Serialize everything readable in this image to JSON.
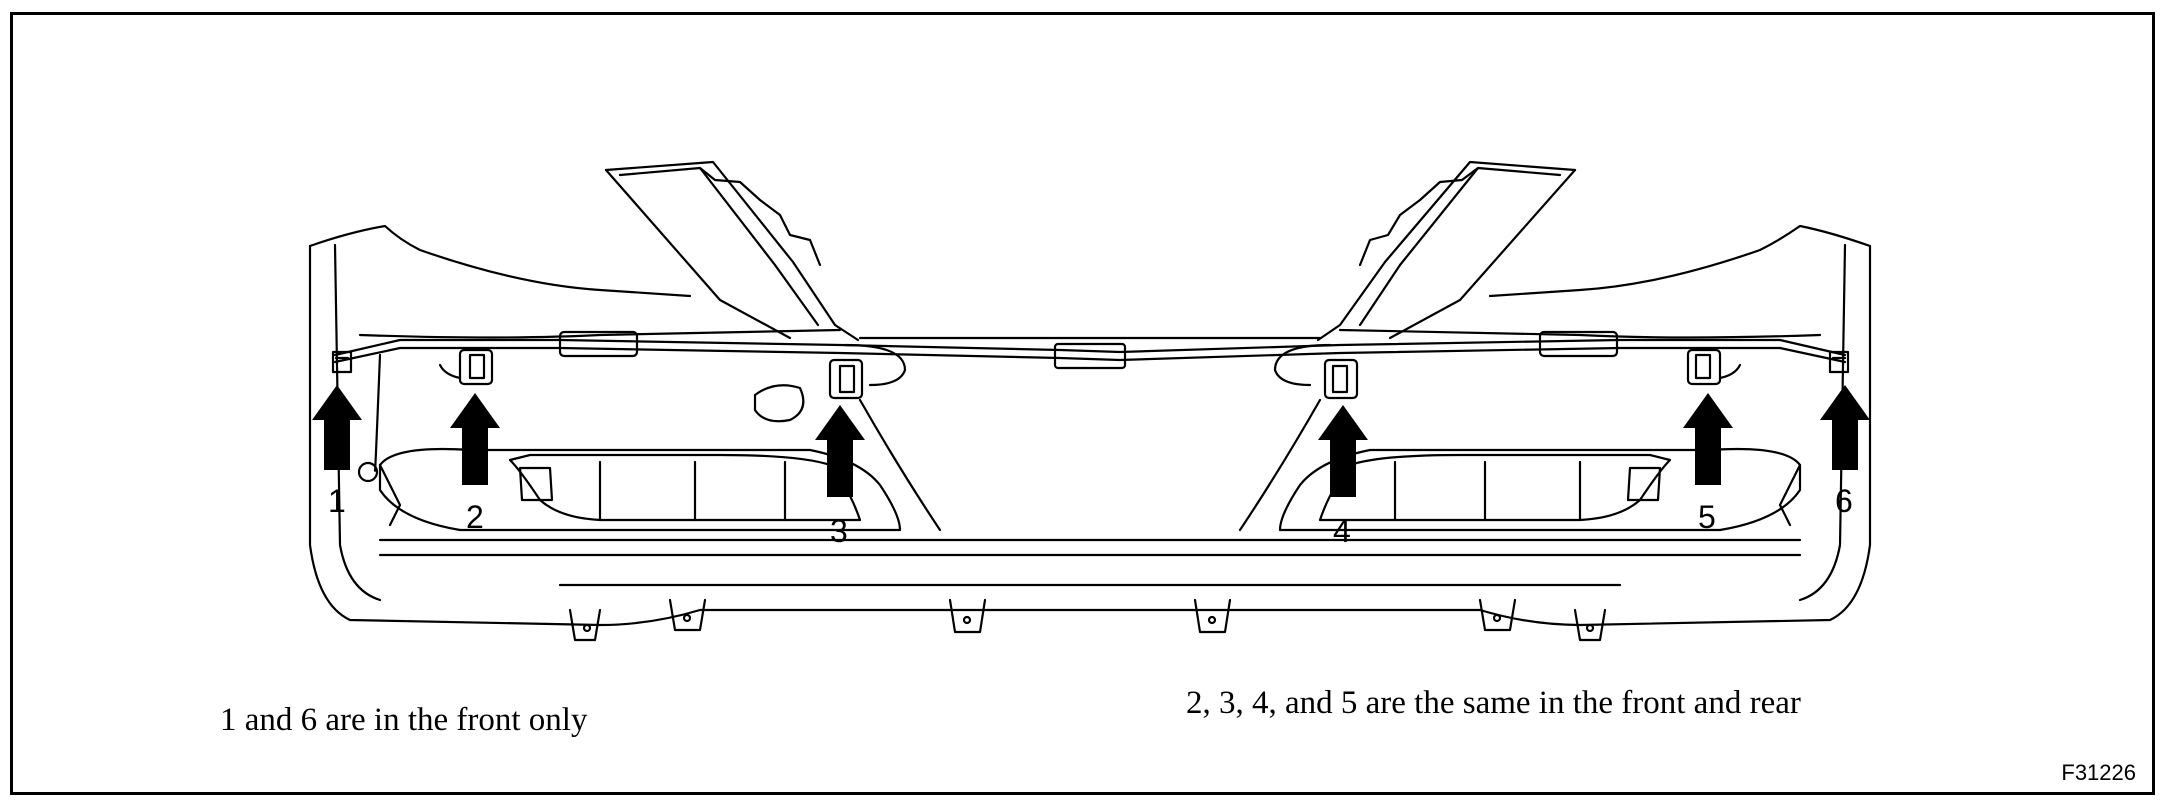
{
  "diagram": {
    "callouts": [
      "1",
      "2",
      "3",
      "4",
      "5",
      "6"
    ],
    "caption_left": "1 and 6 are in the front only",
    "caption_right": "2, 3, 4, and 5 are the same in the front  and rear",
    "figure_id": "F31226"
  },
  "colors": {
    "line": "#000000",
    "background": "#ffffff"
  }
}
